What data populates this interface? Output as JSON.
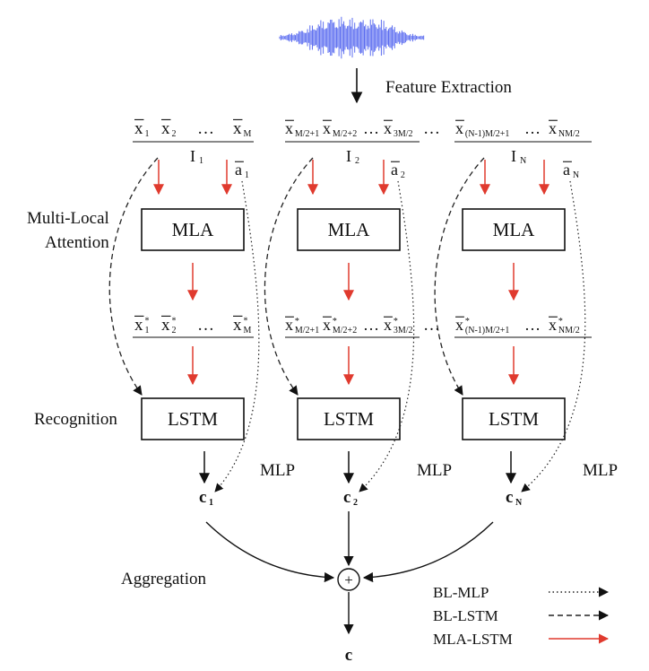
{
  "header": {
    "feature_extraction": "Feature Extraction"
  },
  "stage_labels": {
    "attention_line1": "Multi-Local",
    "attention_line2": "Attention",
    "recognition": "Recognition",
    "aggregation": "Aggregation"
  },
  "blocks": [
    {
      "inputs": [
        {
          "base": "x",
          "sub": "1"
        },
        {
          "base": "x",
          "sub": "2"
        },
        {
          "base": "…",
          "sub": ""
        },
        {
          "base": "x",
          "sub": "M"
        }
      ],
      "interval": {
        "base": "I",
        "sub": "1"
      },
      "anchor": {
        "base": "a",
        "sub": "1"
      },
      "attended": [
        {
          "base": "x",
          "sup": "*",
          "sub": "1"
        },
        {
          "base": "x",
          "sup": "*",
          "sub": "2"
        },
        {
          "base": "…",
          "sup": "",
          "sub": ""
        },
        {
          "base": "x",
          "sup": "*",
          "sub": "M"
        }
      ],
      "mla_label": "MLA",
      "lstm_label": "LSTM",
      "mlp_label": "MLP",
      "output": {
        "base": "c",
        "sub": "1"
      }
    },
    {
      "inputs": [
        {
          "base": "x",
          "sub": "M/2+1"
        },
        {
          "base": "x",
          "sub": "M/2+2"
        },
        {
          "base": "…",
          "sub": ""
        },
        {
          "base": "x",
          "sub": "3M/2"
        }
      ],
      "interval": {
        "base": "I",
        "sub": "2"
      },
      "anchor": {
        "base": "a",
        "sub": "2"
      },
      "attended": [
        {
          "base": "x",
          "sup": "*",
          "sub": "M/2+1"
        },
        {
          "base": "x",
          "sup": "*",
          "sub": "M/2+2"
        },
        {
          "base": "…",
          "sup": "",
          "sub": ""
        },
        {
          "base": "x",
          "sup": "*",
          "sub": "3M/2"
        }
      ],
      "mla_label": "MLA",
      "lstm_label": "LSTM",
      "mlp_label": "MLP",
      "output": {
        "base": "c",
        "sub": "2"
      }
    },
    {
      "inputs": [
        {
          "base": "x",
          "sub": "(N-1)M/2+1"
        },
        {
          "base": "…",
          "sub": ""
        },
        {
          "base": "x",
          "sub": "NM/2"
        }
      ],
      "interval": {
        "base": "I",
        "sub": "N"
      },
      "anchor": {
        "base": "a",
        "sub": "N"
      },
      "attended": [
        {
          "base": "x",
          "sup": "*",
          "sub": "(N-1)M/2+1"
        },
        {
          "base": "…",
          "sup": "",
          "sub": ""
        },
        {
          "base": "x",
          "sup": "*",
          "sub": "NM/2"
        }
      ],
      "mla_label": "MLA",
      "lstm_label": "LSTM",
      "mlp_label": "MLP",
      "output": {
        "base": "c",
        "sub": "N"
      }
    }
  ],
  "between_blocks": "…",
  "aggregation": {
    "symbol": "+",
    "output": "c"
  },
  "legend": [
    {
      "label": "BL-MLP",
      "style": "dotted",
      "color": "#222222"
    },
    {
      "label": "BL-LSTM",
      "style": "dashed",
      "color": "#222222"
    },
    {
      "label": "MLA-LSTM",
      "style": "solid",
      "color": "#e03a2e"
    }
  ],
  "colors": {
    "mla_lstm": "#e03a2e",
    "waveform": "#5b6cf0",
    "ink": "#111111"
  },
  "icons": {
    "waveform": "audio-waveform-icon",
    "sum": "circled-plus-icon"
  }
}
